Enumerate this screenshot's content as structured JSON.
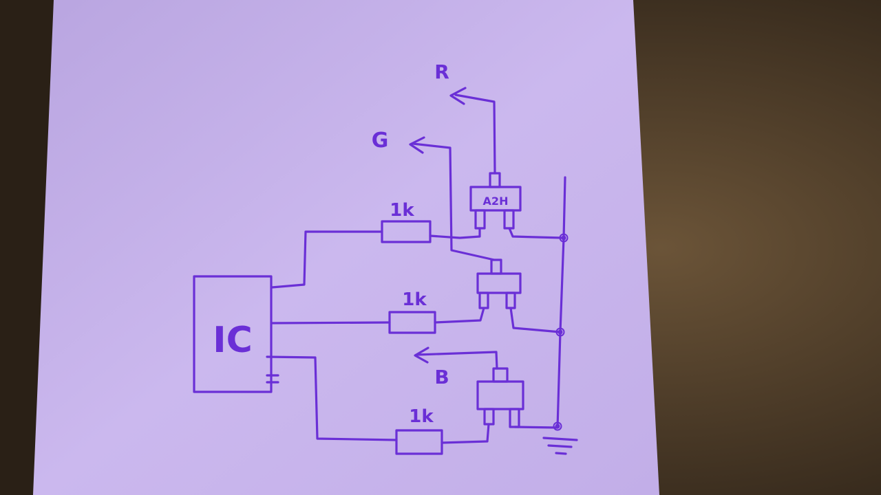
{
  "colors": {
    "ink": "#6a2fd6",
    "paper": "#c7b3ea",
    "table": "#5a4630"
  },
  "labels": {
    "ic": "IC",
    "r1": "1k",
    "r2": "1k",
    "r3": "1k",
    "red": "R",
    "green": "G",
    "blue": "B",
    "transistor": "A2H"
  }
}
